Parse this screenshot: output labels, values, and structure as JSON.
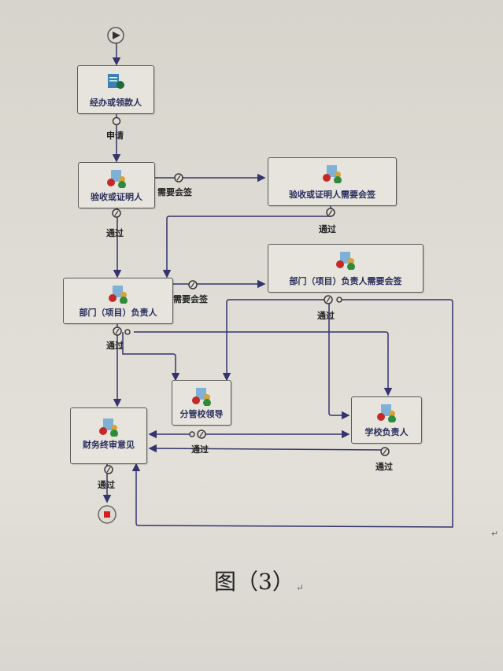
{
  "diagram": {
    "title": "workflow",
    "nodes": {
      "start": {
        "label": "",
        "type": "start"
      },
      "handler": {
        "label": "经办或领款人"
      },
      "verifier": {
        "label": "验收或证明人"
      },
      "verifier_cosign": {
        "label": "验收或证明人需要会签"
      },
      "dept_head": {
        "label": "部门（项目）负责人"
      },
      "dept_head_cosign": {
        "label": "部门（项目）负责人需要会签"
      },
      "vice_leader": {
        "label": "分管校领导"
      },
      "school_head": {
        "label": "学校负责人"
      },
      "finance": {
        "label": "财务终审意见"
      },
      "end": {
        "label": "",
        "type": "end"
      }
    },
    "edge_labels": {
      "apply": "申请",
      "need_cosign_1": "需要会签",
      "pass_1": "通过",
      "pass_2": "通过",
      "need_cosign_2": "需要会签",
      "pass_3": "通过",
      "pass_4": "通过",
      "pass_5": "通过",
      "pass_6": "通过",
      "pass_7": "通过"
    },
    "colors": {
      "line": "#34336e",
      "text": "#2a2d5e",
      "end": "#d32020"
    }
  },
  "caption": "图（3）",
  "para_mark": "↵"
}
